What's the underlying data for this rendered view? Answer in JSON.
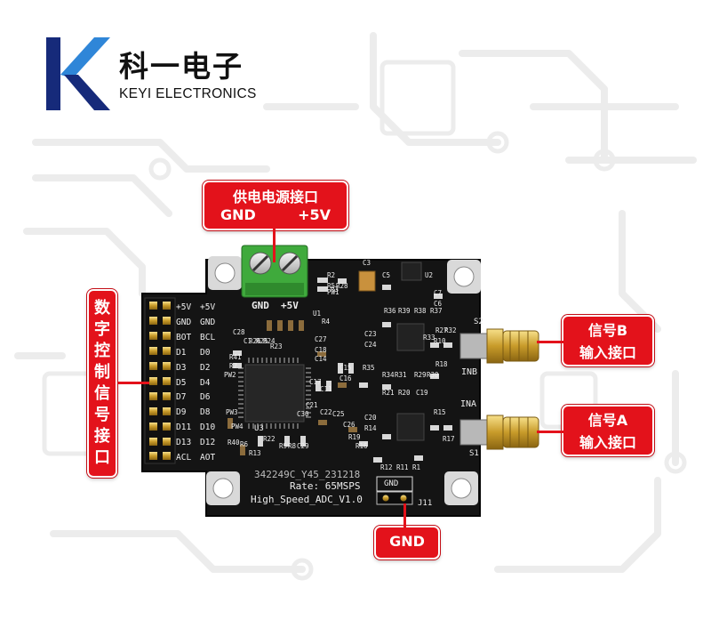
{
  "brand": {
    "name_cn": "科一电子",
    "name_en": "KEYI ELECTRONICS",
    "colors": {
      "mark_navy": "#162a7a",
      "mark_blue": "#2f86d8"
    }
  },
  "callouts": {
    "power": {
      "title": "供电电源接口",
      "left": "GND",
      "right": "+5V"
    },
    "digital": [
      "数",
      "字",
      "控",
      "制",
      "信",
      "号",
      "接",
      "口"
    ],
    "input_b": {
      "line1": "信号B",
      "line2": "输入接口"
    },
    "input_a": {
      "line1": "信号A",
      "line2": "输入接口"
    },
    "gnd": "GND",
    "color": "#e3121b"
  },
  "board": {
    "terminal_labels": {
      "gnd": "GND",
      "plus5v": "+5V"
    },
    "header_pins": [
      [
        "+5V",
        "+5V"
      ],
      [
        "GND",
        "GND"
      ],
      [
        "BOT",
        "BCL"
      ],
      [
        "D1",
        "D0"
      ],
      [
        "D3",
        "D2"
      ],
      [
        "D5",
        "D4"
      ],
      [
        "D7",
        "D6"
      ],
      [
        "D9",
        "D8"
      ],
      [
        "D11",
        "D10"
      ],
      [
        "D13",
        "D12"
      ],
      [
        "ACL",
        "AOT"
      ]
    ],
    "serial": "342249C_Y45_231218",
    "rate": "Rate: 65MSPS",
    "model": "High_Speed_ADC_V1.0",
    "chip_label": "U3",
    "inb": "INB",
    "ina": "INA",
    "j11": "J11",
    "j11_gnd": "GND",
    "s1": "S1",
    "s2": "S2",
    "designators": [
      "U1",
      "U2",
      "C3",
      "C5",
      "R3",
      "C6",
      "C7",
      "R36",
      "R39",
      "R38",
      "R37",
      "C23",
      "C24",
      "R32",
      "R27",
      "R33",
      "R35",
      "R34",
      "R31",
      "R29",
      "R30",
      "R18",
      "R21",
      "R20",
      "C19",
      "C20",
      "R14",
      "R15",
      "R17",
      "R19",
      "R16",
      "R12",
      "R11",
      "R1",
      "R2",
      "PW1",
      "PW2",
      "PW3",
      "PW4",
      "R40",
      "R41",
      "R7",
      "R6",
      "R13",
      "R9",
      "R8",
      "C29",
      "C28",
      "C27",
      "C18",
      "C14",
      "C15",
      "C16",
      "C17",
      "C11",
      "C21",
      "C22",
      "C25",
      "C26",
      "C30",
      "R22",
      "R23",
      "R24",
      "R25",
      "R26",
      "C1",
      "R4",
      "R5",
      "R28",
      "R10"
    ],
    "pcb_color": "#141414"
  }
}
